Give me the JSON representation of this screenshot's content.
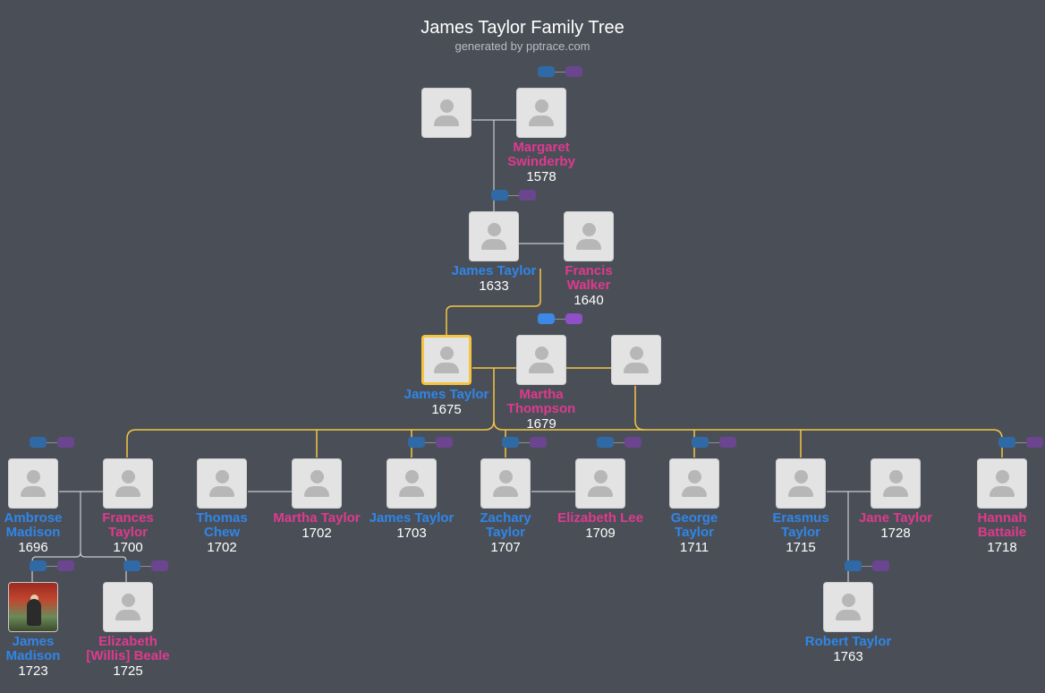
{
  "header": {
    "title": "James Taylor Family Tree",
    "subtitle": "generated by pptrace.com"
  },
  "people": {
    "gp_father": {
      "name": "",
      "year": ""
    },
    "margaret": {
      "name": "Margaret Swinderby",
      "year": "1578"
    },
    "james1633": {
      "name": "James Taylor",
      "year": "1633"
    },
    "francis": {
      "name": "Francis Walker",
      "year": "1640"
    },
    "james1675": {
      "name": "James Taylor",
      "year": "1675"
    },
    "martha1679": {
      "name": "Martha Thompson",
      "year": "1679"
    },
    "spouse3": {
      "name": "",
      "year": ""
    },
    "ambrose": {
      "name": "Ambrose Madison",
      "year": "1696"
    },
    "frances": {
      "name": "Frances Taylor",
      "year": "1700"
    },
    "thomas": {
      "name": "Thomas Chew",
      "year": "1702"
    },
    "martha1702": {
      "name": "Martha Taylor",
      "year": "1702"
    },
    "james1703": {
      "name": "James Taylor",
      "year": "1703"
    },
    "zachary": {
      "name": "Zachary Taylor",
      "year": "1707"
    },
    "elizabeth": {
      "name": "Elizabeth Lee",
      "year": "1709"
    },
    "george": {
      "name": "George Taylor",
      "year": "1711"
    },
    "erasmus": {
      "name": "Erasmus Taylor",
      "year": "1715"
    },
    "jane": {
      "name": "Jane Taylor",
      "year": "1728"
    },
    "hannah": {
      "name": "Hannah Battaile",
      "year": "1718"
    },
    "madison": {
      "name": "James Madison",
      "year": "1723"
    },
    "beale": {
      "name": "Elizabeth [Willis] Beale",
      "year": "1725"
    },
    "robert": {
      "name": "Robert Taylor",
      "year": "1763"
    }
  },
  "colors": {
    "background": "#4a4f57",
    "male": "#2f86e8",
    "female": "#e0398f",
    "highlight_line": "#f4c542",
    "line": "#c8ccd2"
  },
  "icons": {
    "avatar": "person-silhouette-icon",
    "badge_blue": "ancestors-toggle-icon",
    "badge_purple": "descendants-toggle-icon"
  }
}
